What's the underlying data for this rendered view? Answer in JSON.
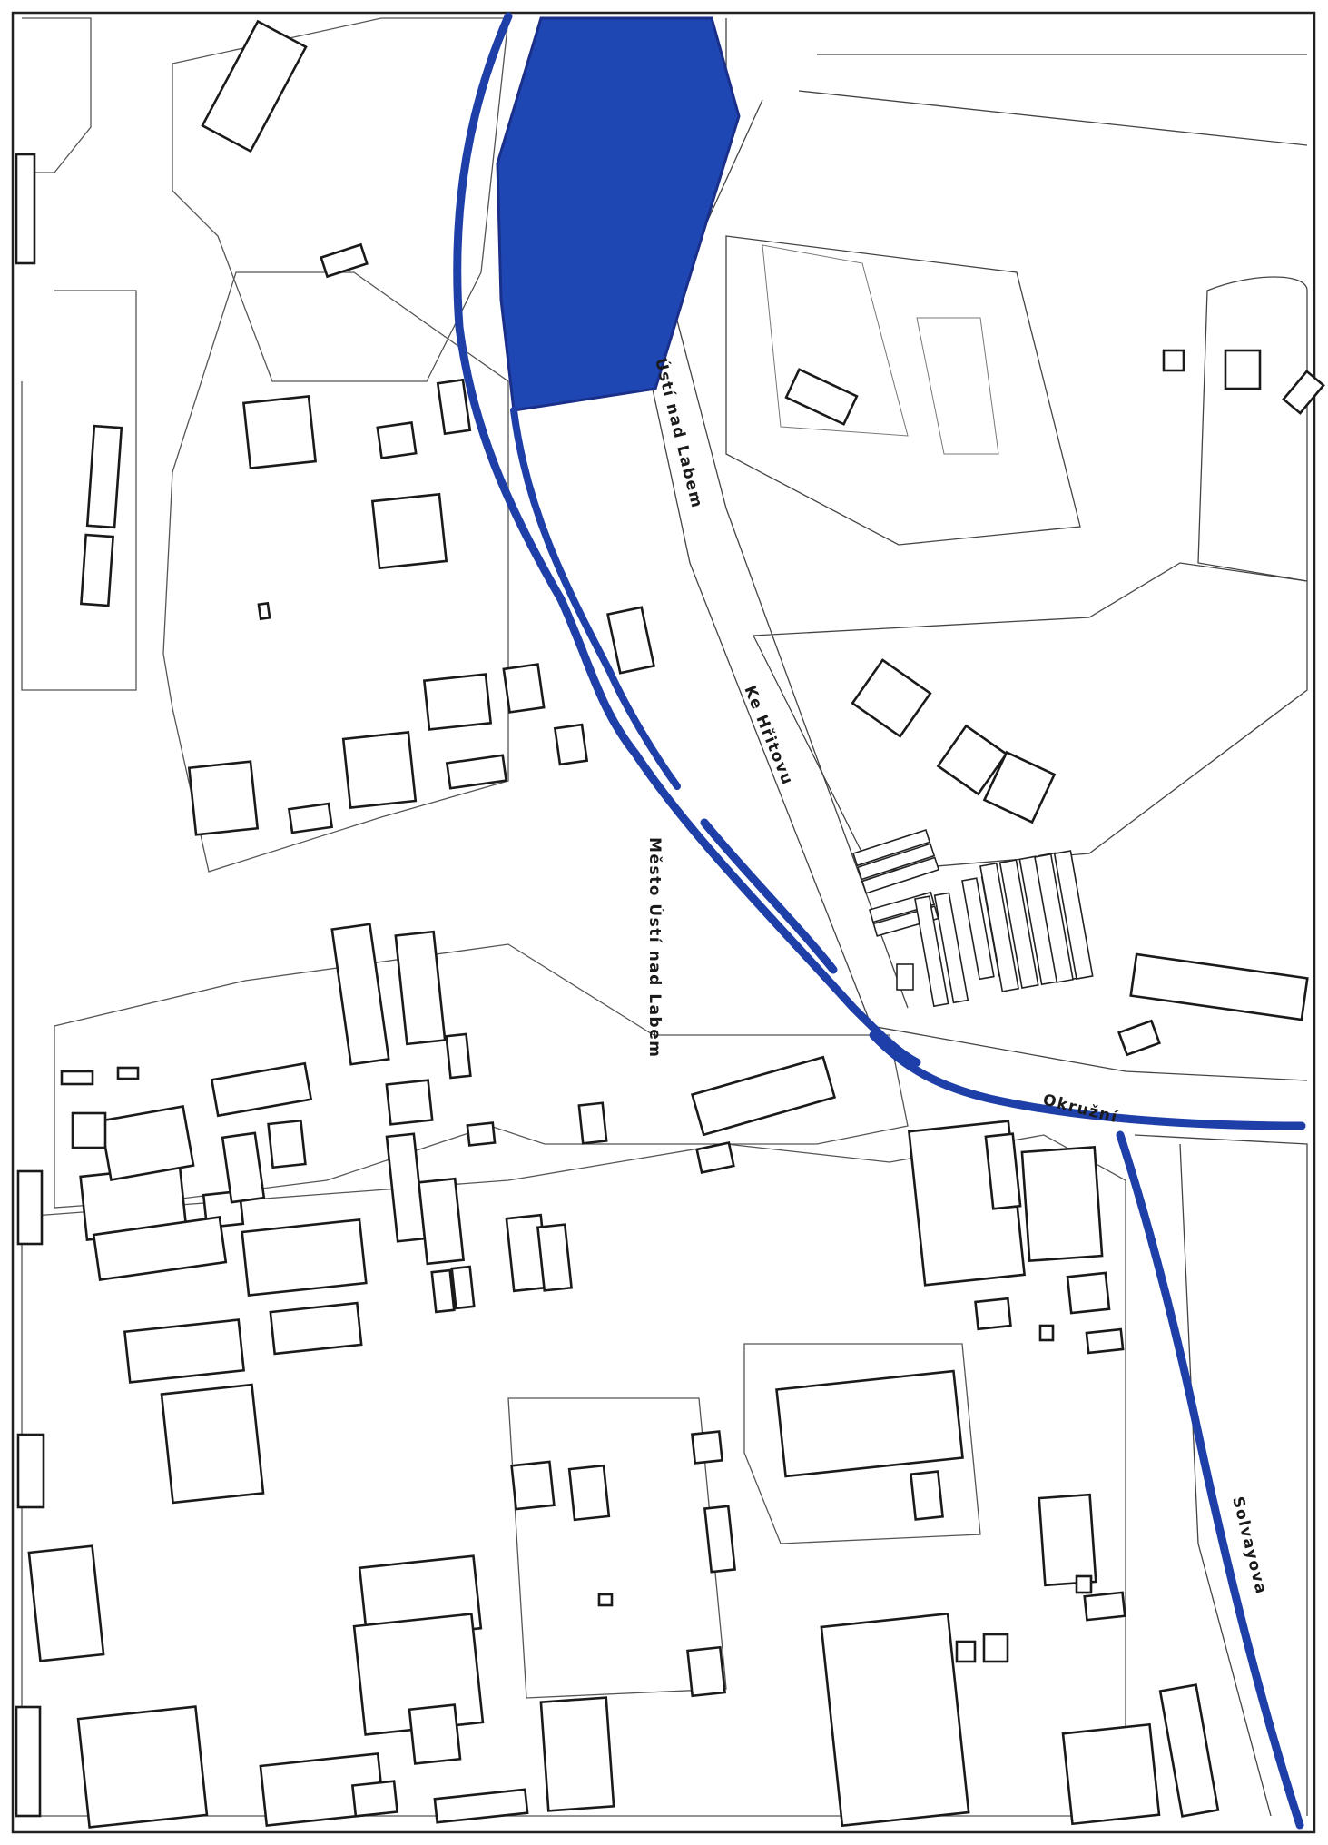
{
  "map": {
    "labels": {
      "usti_top": "Ústí nad Labem",
      "ke_hrbitovu": "Ke Hřitovu",
      "mesto_usti": "Město Ústí nad Labem",
      "okruzni": "Okružní",
      "solvayova": "Solvayova"
    },
    "colors": {
      "route": "#1f3fa8",
      "parcel_fill": "#1f47b3",
      "building_stroke": "#1a1a1a",
      "background": "#ffffff"
    }
  }
}
